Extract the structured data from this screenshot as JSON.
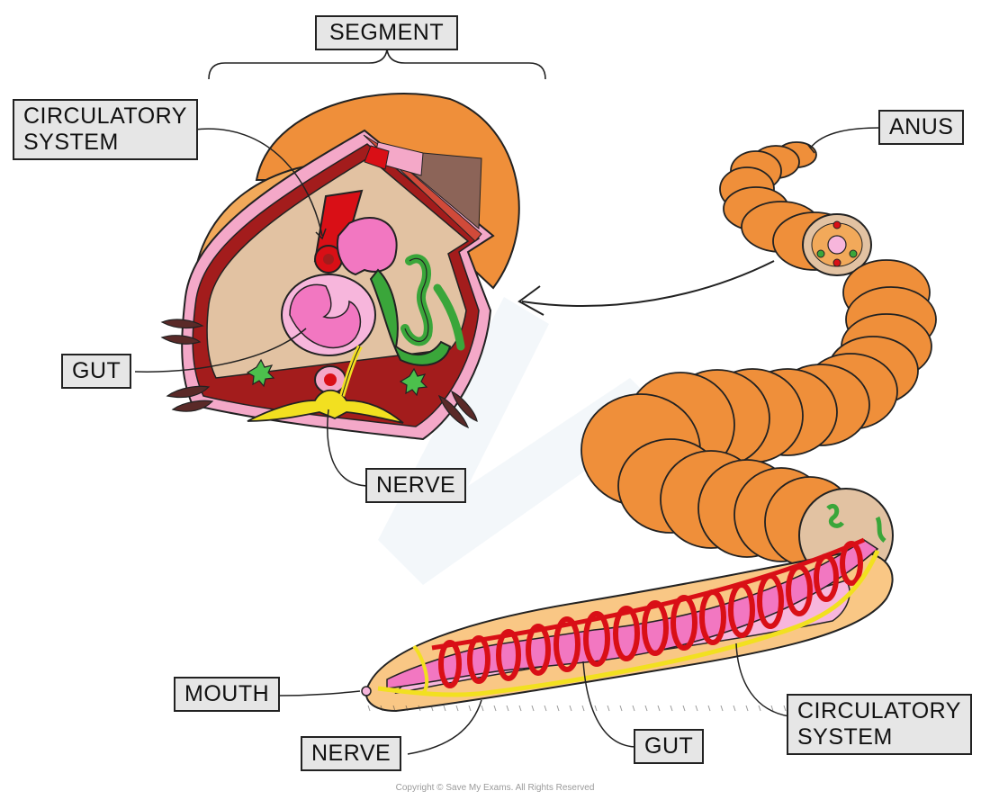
{
  "labels": {
    "segment": "SEGMENT",
    "circulatory_top": [
      "CIRCULATORY",
      "SYSTEM"
    ],
    "gut_left": "GUT",
    "nerve_top": "NERVE",
    "anus": "ANUS",
    "mouth": "MOUTH",
    "nerve_bottom": "NERVE",
    "gut_bottom": "GUT",
    "circulatory_bottom": [
      "CIRCULATORY",
      "SYSTEM"
    ]
  },
  "copyright": "Copyright © Save My Exams. All Rights Reserved",
  "colors": {
    "body_orange": "#ef8f3a",
    "body_light": "#f2a95a",
    "flesh": "#e2c2a2",
    "gut_pink": "#f277c1",
    "vessel_red": "#d90f16",
    "muscle_dark": "#a31c1c",
    "nerve_yellow": "#f2e020",
    "nephridia_green": "#3aa63a",
    "skin_outer": "#f4a8c8",
    "label_bg": "#e6e6e6"
  }
}
